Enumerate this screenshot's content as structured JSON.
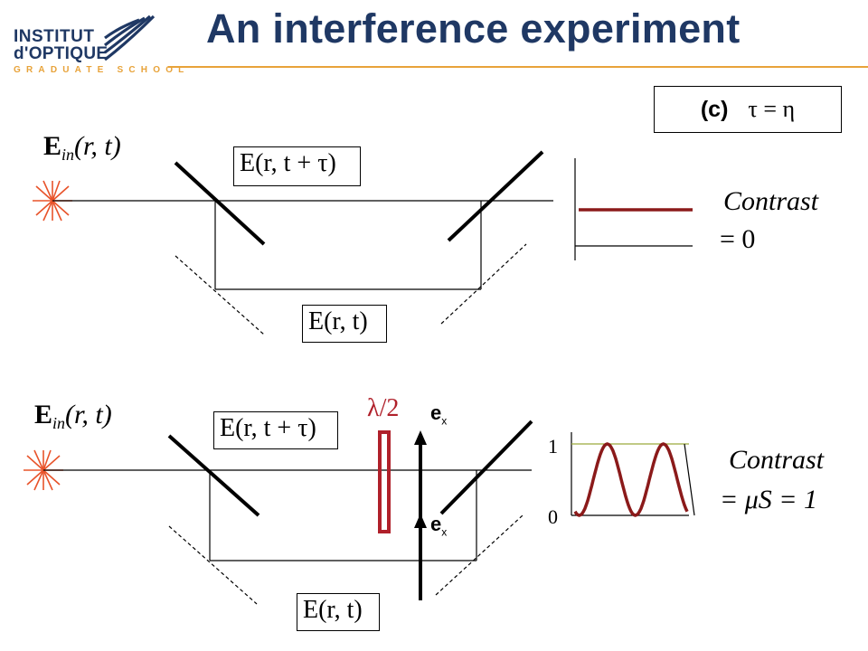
{
  "header": {
    "title": "An interference experiment",
    "logo": {
      "line1": "INSTITUT",
      "line2": "d'OPTIQUE",
      "line3": "GRADUATE SCHOOL"
    }
  },
  "case_box": {
    "label": "(c)",
    "equation": "τ = η"
  },
  "top_setup": {
    "input_field": {
      "symbol": "E",
      "subscript": "in",
      "args": "(r, t)"
    },
    "upper_arm_field": "E(r, t + τ)",
    "lower_arm_field": "E(r, t)",
    "contrast_line1": "Contrast",
    "contrast_line2": "= 0"
  },
  "bottom_setup": {
    "input_field": {
      "symbol": "E",
      "subscript": "in",
      "args": "(r, t)"
    },
    "upper_arm_field": "E(r, t + τ)",
    "lower_arm_field": "E(r, t)",
    "waveplate_label": "λ/2",
    "polarization_top": {
      "base": "e",
      "sub": "x"
    },
    "polarization_bottom": {
      "base": "e",
      "sub": "x"
    },
    "contrast_line1": "Contrast",
    "contrast_line2": "= μS = 1",
    "axis_tick_1": "1",
    "axis_tick_0": "0"
  },
  "colors": {
    "title": "#1f3864",
    "accent_rule": "#e8a33a",
    "signal": "#8b1a1a",
    "source": "#e8532a",
    "max_line": "#9aaa3c"
  }
}
